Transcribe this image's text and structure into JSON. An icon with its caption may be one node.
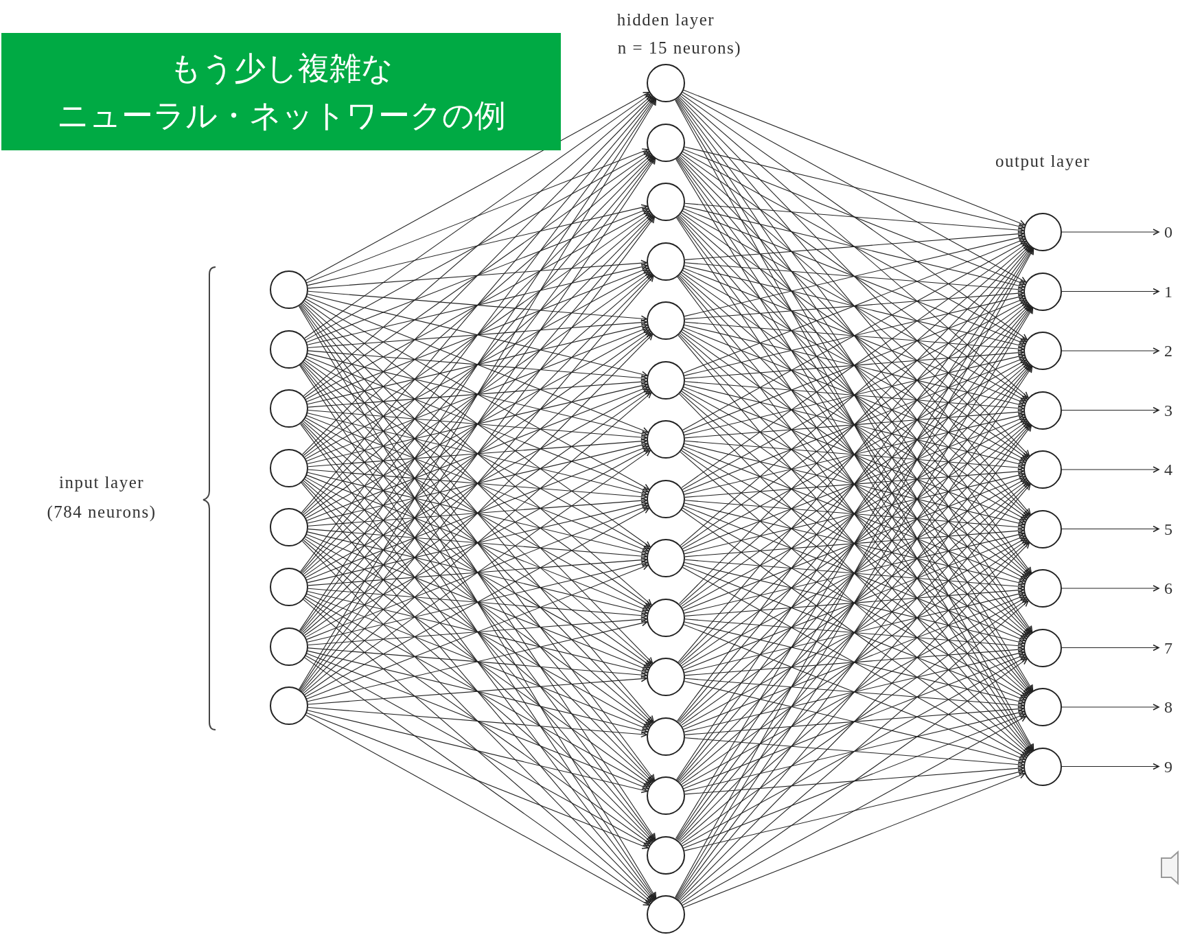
{
  "diagram": {
    "nodes": [
      {
        "text": [
          "もう少し複雑な",
          "ニューラル・ネットワークの例"
        ]
      },
      {
        "text": [],
        "shape": "circle"
      },
      {
        "text": [],
        "shape": "circle"
      },
      {
        "text": [],
        "shape": "circle"
      },
      {
        "text": [],
        "shape": "circle"
      },
      {
        "text": [],
        "shape": "circle"
      },
      {
        "text": [],
        "shape": "circle"
      },
      {
        "text": [],
        "shape": "circle"
      },
      {
        "text": [],
        "shape": "circle"
      },
      {
        "text": [],
        "shape": "circle"
      },
      {
        "text": [],
        "shape": "circle"
      },
      {
        "text": [],
        "shape": "circle"
      },
      {
        "text": [],
        "shape": "circle"
      },
      {
        "text": [],
        "shape": "circle"
      },
      {
        "text": [],
        "shape": "circle"
      },
      {
        "text": [],
        "shape": "circle"
      },
      {
        "text": [],
        "shape": "circle"
      },
      {
        "text": [],
        "shape": "circle"
      },
      {
        "text": [],
        "shape": "circle"
      },
      {
        "text": [],
        "shape": "circle"
      },
      {
        "text": [],
        "shape": "circle"
      },
      {
        "text": [],
        "shape": "circle"
      },
      {
        "text": [],
        "shape": "circle"
      },
      {
        "text": [],
        "shape": "circle"
      },
      {
        "text": [],
        "shape": "circle"
      },
      {
        "text": [],
        "shape": "circle"
      },
      {
        "text": [],
        "shape": "circle"
      },
      {
        "text": [],
        "shape": "circle"
      },
      {
        "text": [],
        "shape": "circle"
      },
      {
        "text": [],
        "shape": "circle"
      },
      {
        "text": [],
        "shape": "circle"
      },
      {
        "text": [],
        "shape": "circle"
      },
      {
        "text": [],
        "shape": "circle"
      },
      {
        "text": [],
        "shape": "circle"
      },
      {
        "text": [
          "0"
        ]
      },
      {
        "text": [
          "1"
        ]
      },
      {
        "text": [
          "2"
        ]
      },
      {
        "text": [
          "3"
        ]
      },
      {
        "text": [
          "4"
        ]
      },
      {
        "text": [
          "5"
        ]
      },
      {
        "text": [
          "6"
        ]
      },
      {
        "text": [
          "7"
        ]
      },
      {
        "text": [
          "8"
        ]
      },
      {
        "text": [
          "9"
        ]
      }
    ],
    "edges": [
      {
        "from": 1,
        "to": 9,
        "arrow": "to"
      },
      {
        "from": 1,
        "to": 10,
        "arrow": "to"
      },
      {
        "from": 1,
        "to": 11,
        "arrow": "to"
      },
      {
        "from": 1,
        "to": 12,
        "arrow": "to"
      },
      {
        "from": 1,
        "to": 13,
        "arrow": "to"
      },
      {
        "from": 1,
        "to": 14,
        "arrow": "to"
      },
      {
        "from": 1,
        "to": 15,
        "arrow": "to"
      },
      {
        "from": 1,
        "to": 16,
        "arrow": "to"
      },
      {
        "from": 1,
        "to": 17,
        "arrow": "to"
      },
      {
        "from": 1,
        "to": 18,
        "arrow": "to"
      },
      {
        "from": 1,
        "to": 19,
        "arrow": "to"
      },
      {
        "from": 1,
        "to": 20,
        "arrow": "to"
      },
      {
        "from": 1,
        "to": 21,
        "arrow": "to"
      },
      {
        "from": 1,
        "to": 22,
        "arrow": "to"
      },
      {
        "from": 1,
        "to": 23,
        "arrow": "to"
      },
      {
        "from": 2,
        "to": 9,
        "arrow": "to"
      },
      {
        "from": 2,
        "to": 10,
        "arrow": "to"
      },
      {
        "from": 2,
        "to": 11,
        "arrow": "to"
      },
      {
        "from": 2,
        "to": 12,
        "arrow": "to"
      },
      {
        "from": 2,
        "to": 13,
        "arrow": "to"
      },
      {
        "from": 2,
        "to": 14,
        "arrow": "to"
      },
      {
        "from": 2,
        "to": 15,
        "arrow": "to"
      },
      {
        "from": 2,
        "to": 16,
        "arrow": "to"
      },
      {
        "from": 2,
        "to": 17,
        "arrow": "to"
      },
      {
        "from": 2,
        "to": 18,
        "arrow": "to"
      },
      {
        "from": 2,
        "to": 19,
        "arrow": "to"
      },
      {
        "from": 2,
        "to": 20,
        "arrow": "to"
      },
      {
        "from": 2,
        "to": 21,
        "arrow": "to"
      },
      {
        "from": 2,
        "to": 22,
        "arrow": "to"
      },
      {
        "from": 2,
        "to": 23,
        "arrow": "to"
      },
      {
        "from": 3,
        "to": 9,
        "arrow": "to"
      },
      {
        "from": 3,
        "to": 10,
        "arrow": "to"
      },
      {
        "from": 3,
        "to": 11,
        "arrow": "to"
      },
      {
        "from": 3,
        "to": 12,
        "arrow": "to"
      },
      {
        "from": 3,
        "to": 13,
        "arrow": "to"
      },
      {
        "from": 3,
        "to": 14,
        "arrow": "to"
      },
      {
        "from": 3,
        "to": 15,
        "arrow": "to"
      },
      {
        "from": 3,
        "to": 16,
        "arrow": "to"
      },
      {
        "from": 3,
        "to": 17,
        "arrow": "to"
      },
      {
        "from": 3,
        "to": 18,
        "arrow": "to"
      },
      {
        "from": 3,
        "to": 19,
        "arrow": "to"
      },
      {
        "from": 3,
        "to": 20,
        "arrow": "to"
      },
      {
        "from": 3,
        "to": 21,
        "arrow": "to"
      },
      {
        "from": 3,
        "to": 22,
        "arrow": "to"
      },
      {
        "from": 3,
        "to": 23,
        "arrow": "to"
      },
      {
        "from": 4,
        "to": 9,
        "arrow": "to"
      },
      {
        "from": 4,
        "to": 10,
        "arrow": "to"
      },
      {
        "from": 4,
        "to": 11,
        "arrow": "to"
      },
      {
        "from": 4,
        "to": 12,
        "arrow": "to"
      },
      {
        "from": 4,
        "to": 13,
        "arrow": "to"
      },
      {
        "from": 4,
        "to": 14,
        "arrow": "to"
      },
      {
        "from": 4,
        "to": 15,
        "arrow": "to"
      },
      {
        "from": 4,
        "to": 16,
        "arrow": "to"
      },
      {
        "from": 4,
        "to": 17,
        "arrow": "to"
      },
      {
        "from": 4,
        "to": 18,
        "arrow": "to"
      },
      {
        "from": 4,
        "to": 19,
        "arrow": "to"
      },
      {
        "from": 4,
        "to": 20,
        "arrow": "to"
      },
      {
        "from": 4,
        "to": 21,
        "arrow": "to"
      },
      {
        "from": 4,
        "to": 22,
        "arrow": "to"
      },
      {
        "from": 4,
        "to": 23,
        "arrow": "to"
      },
      {
        "from": 5,
        "to": 9,
        "arrow": "to"
      },
      {
        "from": 5,
        "to": 10,
        "arrow": "to"
      },
      {
        "from": 5,
        "to": 11,
        "arrow": "to"
      },
      {
        "from": 5,
        "to": 12,
        "arrow": "to"
      },
      {
        "from": 5,
        "to": 13,
        "arrow": "to"
      },
      {
        "from": 5,
        "to": 14,
        "arrow": "to"
      },
      {
        "from": 5,
        "to": 15,
        "arrow": "to"
      },
      {
        "from": 5,
        "to": 16,
        "arrow": "to"
      },
      {
        "from": 5,
        "to": 17,
        "arrow": "to"
      },
      {
        "from": 5,
        "to": 18,
        "arrow": "to"
      },
      {
        "from": 5,
        "to": 19,
        "arrow": "to"
      },
      {
        "from": 5,
        "to": 20,
        "arrow": "to"
      },
      {
        "from": 5,
        "to": 21,
        "arrow": "to"
      },
      {
        "from": 5,
        "to": 22,
        "arrow": "to"
      },
      {
        "from": 5,
        "to": 23,
        "arrow": "to"
      },
      {
        "from": 6,
        "to": 9,
        "arrow": "to"
      },
      {
        "from": 6,
        "to": 10,
        "arrow": "to"
      },
      {
        "from": 6,
        "to": 11,
        "arrow": "to"
      },
      {
        "from": 6,
        "to": 12,
        "arrow": "to"
      },
      {
        "from": 6,
        "to": 13,
        "arrow": "to"
      },
      {
        "from": 6,
        "to": 14,
        "arrow": "to"
      },
      {
        "from": 6,
        "to": 15,
        "arrow": "to"
      },
      {
        "from": 6,
        "to": 16,
        "arrow": "to"
      },
      {
        "from": 6,
        "to": 17,
        "arrow": "to"
      },
      {
        "from": 6,
        "to": 18,
        "arrow": "to"
      },
      {
        "from": 6,
        "to": 19,
        "arrow": "to"
      },
      {
        "from": 6,
        "to": 20,
        "arrow": "to"
      },
      {
        "from": 6,
        "to": 21,
        "arrow": "to"
      },
      {
        "from": 6,
        "to": 22,
        "arrow": "to"
      },
      {
        "from": 6,
        "to": 23,
        "arrow": "to"
      },
      {
        "from": 7,
        "to": 9,
        "arrow": "to"
      },
      {
        "from": 7,
        "to": 10,
        "arrow": "to"
      },
      {
        "from": 7,
        "to": 11,
        "arrow": "to"
      },
      {
        "from": 7,
        "to": 12,
        "arrow": "to"
      },
      {
        "from": 7,
        "to": 13,
        "arrow": "to"
      },
      {
        "from": 7,
        "to": 14,
        "arrow": "to"
      },
      {
        "from": 7,
        "to": 15,
        "arrow": "to"
      },
      {
        "from": 7,
        "to": 16,
        "arrow": "to"
      },
      {
        "from": 7,
        "to": 17,
        "arrow": "to"
      },
      {
        "from": 7,
        "to": 18,
        "arrow": "to"
      },
      {
        "from": 7,
        "to": 19,
        "arrow": "to"
      },
      {
        "from": 7,
        "to": 20,
        "arrow": "to"
      },
      {
        "from": 7,
        "to": 21,
        "arrow": "to"
      },
      {
        "from": 7,
        "to": 22,
        "arrow": "to"
      },
      {
        "from": 7,
        "to": 23,
        "arrow": "to"
      },
      {
        "from": 8,
        "to": 9,
        "arrow": "to"
      },
      {
        "from": 8,
        "to": 10,
        "arrow": "to"
      },
      {
        "from": 8,
        "to": 11,
        "arrow": "to"
      },
      {
        "from": 8,
        "to": 12,
        "arrow": "to"
      },
      {
        "from": 8,
        "to": 13,
        "arrow": "to"
      },
      {
        "from": 8,
        "to": 14,
        "arrow": "to"
      },
      {
        "from": 8,
        "to": 15,
        "arrow": "to"
      },
      {
        "from": 8,
        "to": 16,
        "arrow": "to"
      },
      {
        "from": 8,
        "to": 17,
        "arrow": "to"
      },
      {
        "from": 8,
        "to": 18,
        "arrow": "to"
      },
      {
        "from": 8,
        "to": 19,
        "arrow": "to"
      },
      {
        "from": 8,
        "to": 20,
        "arrow": "to"
      },
      {
        "from": 8,
        "to": 21,
        "arrow": "to"
      },
      {
        "from": 8,
        "to": 22,
        "arrow": "to"
      },
      {
        "from": 8,
        "to": 23,
        "arrow": "to"
      },
      {
        "from": 9,
        "to": 24,
        "arrow": "to"
      },
      {
        "from": 9,
        "to": 25,
        "arrow": "to"
      },
      {
        "from": 9,
        "to": 26,
        "arrow": "to"
      },
      {
        "from": 9,
        "to": 27,
        "arrow": "to"
      },
      {
        "from": 9,
        "to": 28,
        "arrow": "to"
      },
      {
        "from": 9,
        "to": 29,
        "arrow": "to"
      },
      {
        "from": 9,
        "to": 30,
        "arrow": "to"
      },
      {
        "from": 9,
        "to": 31,
        "arrow": "to"
      },
      {
        "from": 9,
        "to": 32,
        "arrow": "to"
      },
      {
        "from": 9,
        "to": 33,
        "arrow": "to"
      },
      {
        "from": 10,
        "to": 24,
        "arrow": "to"
      },
      {
        "from": 10,
        "to": 25,
        "arrow": "to"
      },
      {
        "from": 10,
        "to": 26,
        "arrow": "to"
      },
      {
        "from": 10,
        "to": 27,
        "arrow": "to"
      },
      {
        "from": 10,
        "to": 28,
        "arrow": "to"
      },
      {
        "from": 10,
        "to": 29,
        "arrow": "to"
      },
      {
        "from": 10,
        "to": 30,
        "arrow": "to"
      },
      {
        "from": 10,
        "to": 31,
        "arrow": "to"
      },
      {
        "from": 10,
        "to": 32,
        "arrow": "to"
      },
      {
        "from": 10,
        "to": 33,
        "arrow": "to"
      },
      {
        "from": 11,
        "to": 24,
        "arrow": "to"
      },
      {
        "from": 11,
        "to": 25,
        "arrow": "to"
      },
      {
        "from": 11,
        "to": 26,
        "arrow": "to"
      },
      {
        "from": 11,
        "to": 27,
        "arrow": "to"
      },
      {
        "from": 11,
        "to": 28,
        "arrow": "to"
      },
      {
        "from": 11,
        "to": 29,
        "arrow": "to"
      },
      {
        "from": 11,
        "to": 30,
        "arrow": "to"
      },
      {
        "from": 11,
        "to": 31,
        "arrow": "to"
      },
      {
        "from": 11,
        "to": 32,
        "arrow": "to"
      },
      {
        "from": 11,
        "to": 33,
        "arrow": "to"
      },
      {
        "from": 12,
        "to": 24,
        "arrow": "to"
      },
      {
        "from": 12,
        "to": 25,
        "arrow": "to"
      },
      {
        "from": 12,
        "to": 26,
        "arrow": "to"
      },
      {
        "from": 12,
        "to": 27,
        "arrow": "to"
      },
      {
        "from": 12,
        "to": 28,
        "arrow": "to"
      },
      {
        "from": 12,
        "to": 29,
        "arrow": "to"
      },
      {
        "from": 12,
        "to": 30,
        "arrow": "to"
      },
      {
        "from": 12,
        "to": 31,
        "arrow": "to"
      },
      {
        "from": 12,
        "to": 32,
        "arrow": "to"
      },
      {
        "from": 12,
        "to": 33,
        "arrow": "to"
      },
      {
        "from": 13,
        "to": 24,
        "arrow": "to"
      },
      {
        "from": 13,
        "to": 25,
        "arrow": "to"
      },
      {
        "from": 13,
        "to": 26,
        "arrow": "to"
      },
      {
        "from": 13,
        "to": 27,
        "arrow": "to"
      },
      {
        "from": 13,
        "to": 28,
        "arrow": "to"
      },
      {
        "from": 13,
        "to": 29,
        "arrow": "to"
      },
      {
        "from": 13,
        "to": 30,
        "arrow": "to"
      },
      {
        "from": 13,
        "to": 31,
        "arrow": "to"
      },
      {
        "from": 13,
        "to": 32,
        "arrow": "to"
      },
      {
        "from": 13,
        "to": 33,
        "arrow": "to"
      },
      {
        "from": 14,
        "to": 24,
        "arrow": "to"
      },
      {
        "from": 14,
        "to": 25,
        "arrow": "to"
      },
      {
        "from": 14,
        "to": 26,
        "arrow": "to"
      },
      {
        "from": 14,
        "to": 27,
        "arrow": "to"
      },
      {
        "from": 14,
        "to": 28,
        "arrow": "to"
      },
      {
        "from": 14,
        "to": 29,
        "arrow": "to"
      },
      {
        "from": 14,
        "to": 30,
        "arrow": "to"
      },
      {
        "from": 14,
        "to": 31,
        "arrow": "to"
      },
      {
        "from": 14,
        "to": 32,
        "arrow": "to"
      },
      {
        "from": 14,
        "to": 33,
        "arrow": "to"
      },
      {
        "from": 15,
        "to": 24,
        "arrow": "to"
      },
      {
        "from": 15,
        "to": 25,
        "arrow": "to"
      },
      {
        "from": 15,
        "to": 26,
        "arrow": "to"
      },
      {
        "from": 15,
        "to": 27,
        "arrow": "to"
      },
      {
        "from": 15,
        "to": 28,
        "arrow": "to"
      },
      {
        "from": 15,
        "to": 29,
        "arrow": "to"
      },
      {
        "from": 15,
        "to": 30,
        "arrow": "to"
      },
      {
        "from": 15,
        "to": 31,
        "arrow": "to"
      },
      {
        "from": 15,
        "to": 32,
        "arrow": "to"
      },
      {
        "from": 15,
        "to": 33,
        "arrow": "to"
      },
      {
        "from": 16,
        "to": 24,
        "arrow": "to"
      },
      {
        "from": 16,
        "to": 25,
        "arrow": "to"
      },
      {
        "from": 16,
        "to": 26,
        "arrow": "to"
      },
      {
        "from": 16,
        "to": 27,
        "arrow": "to"
      },
      {
        "from": 16,
        "to": 28,
        "arrow": "to"
      },
      {
        "from": 16,
        "to": 29,
        "arrow": "to"
      },
      {
        "from": 16,
        "to": 30,
        "arrow": "to"
      },
      {
        "from": 16,
        "to": 31,
        "arrow": "to"
      },
      {
        "from": 16,
        "to": 32,
        "arrow": "to"
      },
      {
        "from": 16,
        "to": 33,
        "arrow": "to"
      },
      {
        "from": 17,
        "to": 24,
        "arrow": "to"
      },
      {
        "from": 17,
        "to": 25,
        "arrow": "to"
      },
      {
        "from": 17,
        "to": 26,
        "arrow": "to"
      },
      {
        "from": 17,
        "to": 27,
        "arrow": "to"
      },
      {
        "from": 17,
        "to": 28,
        "arrow": "to"
      },
      {
        "from": 17,
        "to": 29,
        "arrow": "to"
      },
      {
        "from": 17,
        "to": 30,
        "arrow": "to"
      },
      {
        "from": 17,
        "to": 31,
        "arrow": "to"
      },
      {
        "from": 17,
        "to": 32,
        "arrow": "to"
      },
      {
        "from": 17,
        "to": 33,
        "arrow": "to"
      },
      {
        "from": 18,
        "to": 24,
        "arrow": "to"
      },
      {
        "from": 18,
        "to": 25,
        "arrow": "to"
      },
      {
        "from": 18,
        "to": 26,
        "arrow": "to"
      },
      {
        "from": 18,
        "to": 27,
        "arrow": "to"
      },
      {
        "from": 18,
        "to": 28,
        "arrow": "to"
      },
      {
        "from": 18,
        "to": 29,
        "arrow": "to"
      },
      {
        "from": 18,
        "to": 30,
        "arrow": "to"
      },
      {
        "from": 18,
        "to": 31,
        "arrow": "to"
      },
      {
        "from": 18,
        "to": 32,
        "arrow": "to"
      },
      {
        "from": 18,
        "to": 33,
        "arrow": "to"
      },
      {
        "from": 19,
        "to": 24,
        "arrow": "to"
      },
      {
        "from": 19,
        "to": 25,
        "arrow": "to"
      },
      {
        "from": 19,
        "to": 26,
        "arrow": "to"
      },
      {
        "from": 19,
        "to": 27,
        "arrow": "to"
      },
      {
        "from": 19,
        "to": 28,
        "arrow": "to"
      },
      {
        "from": 19,
        "to": 29,
        "arrow": "to"
      },
      {
        "from": 19,
        "to": 30,
        "arrow": "to"
      },
      {
        "from": 19,
        "to": 31,
        "arrow": "to"
      },
      {
        "from": 19,
        "to": 32,
        "arrow": "to"
      },
      {
        "from": 19,
        "to": 33,
        "arrow": "to"
      },
      {
        "from": 20,
        "to": 24,
        "arrow": "to"
      },
      {
        "from": 20,
        "to": 25,
        "arrow": "to"
      },
      {
        "from": 20,
        "to": 26,
        "arrow": "to"
      },
      {
        "from": 20,
        "to": 27,
        "arrow": "to"
      },
      {
        "from": 20,
        "to": 28,
        "arrow": "to"
      },
      {
        "from": 20,
        "to": 29,
        "arrow": "to"
      },
      {
        "from": 20,
        "to": 30,
        "arrow": "to"
      },
      {
        "from": 20,
        "to": 31,
        "arrow": "to"
      },
      {
        "from": 20,
        "to": 32,
        "arrow": "to"
      },
      {
        "from": 20,
        "to": 33,
        "arrow": "to"
      },
      {
        "from": 21,
        "to": 24,
        "arrow": "to"
      },
      {
        "from": 21,
        "to": 25,
        "arrow": "to"
      },
      {
        "from": 21,
        "to": 26,
        "arrow": "to"
      },
      {
        "from": 21,
        "to": 27,
        "arrow": "to"
      },
      {
        "from": 21,
        "to": 28,
        "arrow": "to"
      },
      {
        "from": 21,
        "to": 29,
        "arrow": "to"
      },
      {
        "from": 21,
        "to": 30,
        "arrow": "to"
      },
      {
        "from": 21,
        "to": 31,
        "arrow": "to"
      },
      {
        "from": 21,
        "to": 32,
        "arrow": "to"
      },
      {
        "from": 21,
        "to": 33,
        "arrow": "to"
      },
      {
        "from": 22,
        "to": 24,
        "arrow": "to"
      },
      {
        "from": 22,
        "to": 25,
        "arrow": "to"
      },
      {
        "from": 22,
        "to": 26,
        "arrow": "to"
      },
      {
        "from": 22,
        "to": 27,
        "arrow": "to"
      },
      {
        "from": 22,
        "to": 28,
        "arrow": "to"
      },
      {
        "from": 22,
        "to": 29,
        "arrow": "to"
      },
      {
        "from": 22,
        "to": 30,
        "arrow": "to"
      },
      {
        "from": 22,
        "to": 31,
        "arrow": "to"
      },
      {
        "from": 22,
        "to": 32,
        "arrow": "to"
      },
      {
        "from": 22,
        "to": 33,
        "arrow": "to"
      },
      {
        "from": 23,
        "to": 24,
        "arrow": "to"
      },
      {
        "from": 23,
        "to": 25,
        "arrow": "to"
      },
      {
        "from": 23,
        "to": 26,
        "arrow": "to"
      },
      {
        "from": 23,
        "to": 27,
        "arrow": "to"
      },
      {
        "from": 23,
        "to": 28,
        "arrow": "to"
      },
      {
        "from": 23,
        "to": 29,
        "arrow": "to"
      },
      {
        "from": 23,
        "to": 30,
        "arrow": "to"
      },
      {
        "from": 23,
        "to": 31,
        "arrow": "to"
      },
      {
        "from": 23,
        "to": 32,
        "arrow": "to"
      },
      {
        "from": 23,
        "to": 33,
        "arrow": "to"
      },
      {
        "from": 24,
        "to": 34,
        "arrow": "to"
      },
      {
        "from": 25,
        "to": 35,
        "arrow": "to"
      },
      {
        "from": 26,
        "to": 36,
        "arrow": "to"
      },
      {
        "from": 27,
        "to": 37,
        "arrow": "to"
      },
      {
        "from": 28,
        "to": 38,
        "arrow": "to"
      },
      {
        "from": 29,
        "to": 39,
        "arrow": "to"
      },
      {
        "from": 30,
        "to": 40,
        "arrow": "to"
      },
      {
        "from": 31,
        "to": 41,
        "arrow": "to"
      },
      {
        "from": 32,
        "to": 42,
        "arrow": "to"
      },
      {
        "from": 33,
        "to": 43,
        "arrow": "to"
      }
    ],
    "labels": [
      "hidden layer",
      "n = 15 neurons)",
      "output layer",
      "input layer",
      "(784 neurons)"
    ]
  }
}
